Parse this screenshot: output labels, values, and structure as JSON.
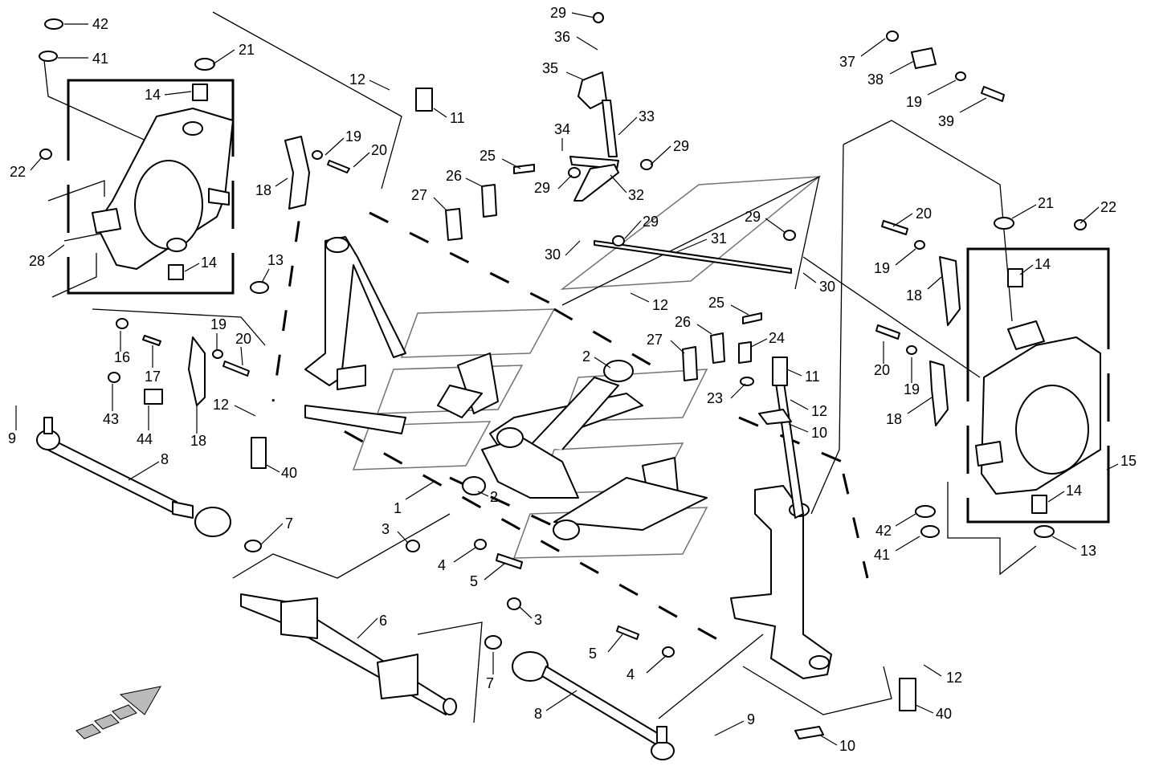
{
  "diagram": {
    "callouts": [
      {
        "id": "c42a",
        "label": "42"
      },
      {
        "id": "c41a",
        "label": "41"
      },
      {
        "id": "c21a",
        "label": "21"
      },
      {
        "id": "c14a",
        "label": "14"
      },
      {
        "id": "c12a",
        "label": "12"
      },
      {
        "id": "c11a",
        "label": "11"
      },
      {
        "id": "c22a",
        "label": "22"
      },
      {
        "id": "c19a",
        "label": "19"
      },
      {
        "id": "c20a",
        "label": "20"
      },
      {
        "id": "c18a",
        "label": "18"
      },
      {
        "id": "c28",
        "label": "28"
      },
      {
        "id": "c13a",
        "label": "13"
      },
      {
        "id": "c14b",
        "label": "14"
      },
      {
        "id": "c16",
        "label": "16"
      },
      {
        "id": "c17",
        "label": "17"
      },
      {
        "id": "c19b",
        "label": "19"
      },
      {
        "id": "c20b",
        "label": "20"
      },
      {
        "id": "c18b",
        "label": "18"
      },
      {
        "id": "c43",
        "label": "43"
      },
      {
        "id": "c44",
        "label": "44"
      },
      {
        "id": "c12b",
        "label": "12"
      },
      {
        "id": "c40a",
        "label": "40"
      },
      {
        "id": "c9a",
        "label": "9"
      },
      {
        "id": "c8a",
        "label": "8"
      },
      {
        "id": "c7a",
        "label": "7"
      },
      {
        "id": "c1",
        "label": "1"
      },
      {
        "id": "c2a",
        "label": "2"
      },
      {
        "id": "c3a",
        "label": "3"
      },
      {
        "id": "c4a",
        "label": "4"
      },
      {
        "id": "c5a",
        "label": "5"
      },
      {
        "id": "c6",
        "label": "6"
      },
      {
        "id": "c3b",
        "label": "3"
      },
      {
        "id": "c7b",
        "label": "7"
      },
      {
        "id": "c8b",
        "label": "8"
      },
      {
        "id": "c9b",
        "label": "9"
      },
      {
        "id": "c29a",
        "label": "29"
      },
      {
        "id": "c36",
        "label": "36"
      },
      {
        "id": "c35",
        "label": "35"
      },
      {
        "id": "c34",
        "label": "34"
      },
      {
        "id": "c33",
        "label": "33"
      },
      {
        "id": "c29b",
        "label": "29"
      },
      {
        "id": "c29c",
        "label": "29"
      },
      {
        "id": "c32",
        "label": "32"
      },
      {
        "id": "c25a",
        "label": "25"
      },
      {
        "id": "c26a",
        "label": "26"
      },
      {
        "id": "c27a",
        "label": "27"
      },
      {
        "id": "c29d",
        "label": "29"
      },
      {
        "id": "c30a",
        "label": "30"
      },
      {
        "id": "c31",
        "label": "31"
      },
      {
        "id": "c29e",
        "label": "29"
      },
      {
        "id": "c30b",
        "label": "30"
      },
      {
        "id": "c12c",
        "label": "12"
      },
      {
        "id": "c2b",
        "label": "2"
      },
      {
        "id": "c25b",
        "label": "25"
      },
      {
        "id": "c26b",
        "label": "26"
      },
      {
        "id": "c27b",
        "label": "27"
      },
      {
        "id": "c24",
        "label": "24"
      },
      {
        "id": "c11b",
        "label": "11"
      },
      {
        "id": "c23",
        "label": "23"
      },
      {
        "id": "c12d",
        "label": "12"
      },
      {
        "id": "c10a",
        "label": "10"
      },
      {
        "id": "c5b",
        "label": "5"
      },
      {
        "id": "c4b",
        "label": "4"
      },
      {
        "id": "c37",
        "label": "37"
      },
      {
        "id": "c38",
        "label": "38"
      },
      {
        "id": "c19c",
        "label": "19"
      },
      {
        "id": "c39",
        "label": "39"
      },
      {
        "id": "c21b",
        "label": "21"
      },
      {
        "id": "c22b",
        "label": "22"
      },
      {
        "id": "c20c",
        "label": "20"
      },
      {
        "id": "c19d",
        "label": "19"
      },
      {
        "id": "c14c",
        "label": "14"
      },
      {
        "id": "c18c",
        "label": "18"
      },
      {
        "id": "c20d",
        "label": "20"
      },
      {
        "id": "c19e",
        "label": "19"
      },
      {
        "id": "c18d",
        "label": "18"
      },
      {
        "id": "c15",
        "label": "15"
      },
      {
        "id": "c14d",
        "label": "14"
      },
      {
        "id": "c42b",
        "label": "42"
      },
      {
        "id": "c41b",
        "label": "41"
      },
      {
        "id": "c13b",
        "label": "13"
      },
      {
        "id": "c12e",
        "label": "12"
      },
      {
        "id": "c40b",
        "label": "40"
      },
      {
        "id": "c10b",
        "label": "10"
      }
    ]
  }
}
